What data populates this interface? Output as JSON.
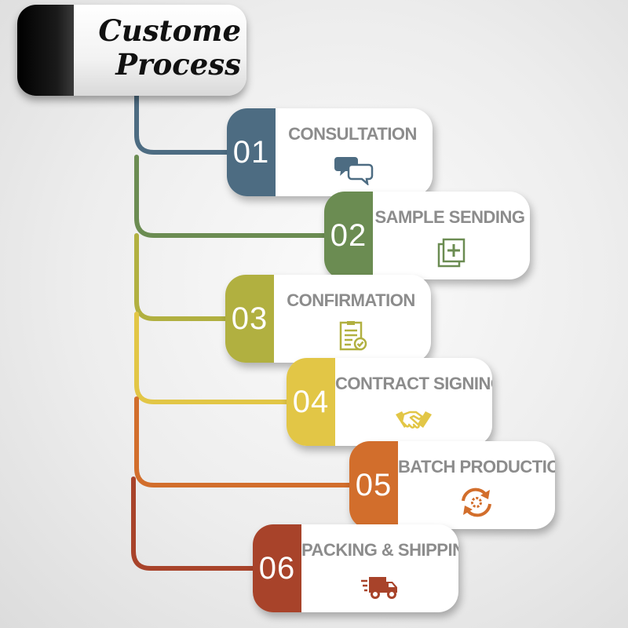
{
  "title": {
    "line1": "Custome",
    "line2": "Process"
  },
  "steps": [
    {
      "number": "01",
      "label": "CONSULTATION",
      "icon": "chat-bubbles-icon",
      "color": "#4d6c82"
    },
    {
      "number": "02",
      "label": "SAMPLE SENDING",
      "icon": "add-documents-icon",
      "color": "#6b8c52"
    },
    {
      "number": "03",
      "label": "CONFIRMATION",
      "icon": "checklist-icon",
      "color": "#b1b040"
    },
    {
      "number": "04",
      "label": "CONTRACT SIGNING",
      "icon": "handshake-icon",
      "color": "#e2c646"
    },
    {
      "number": "05",
      "label": "BATCH PRODUCTION",
      "icon": "refresh-gear-icon",
      "color": "#d26e2c"
    },
    {
      "number": "06",
      "label": "PACKING & SHIPPING",
      "icon": "delivery-truck-icon",
      "color": "#a8432a"
    }
  ]
}
